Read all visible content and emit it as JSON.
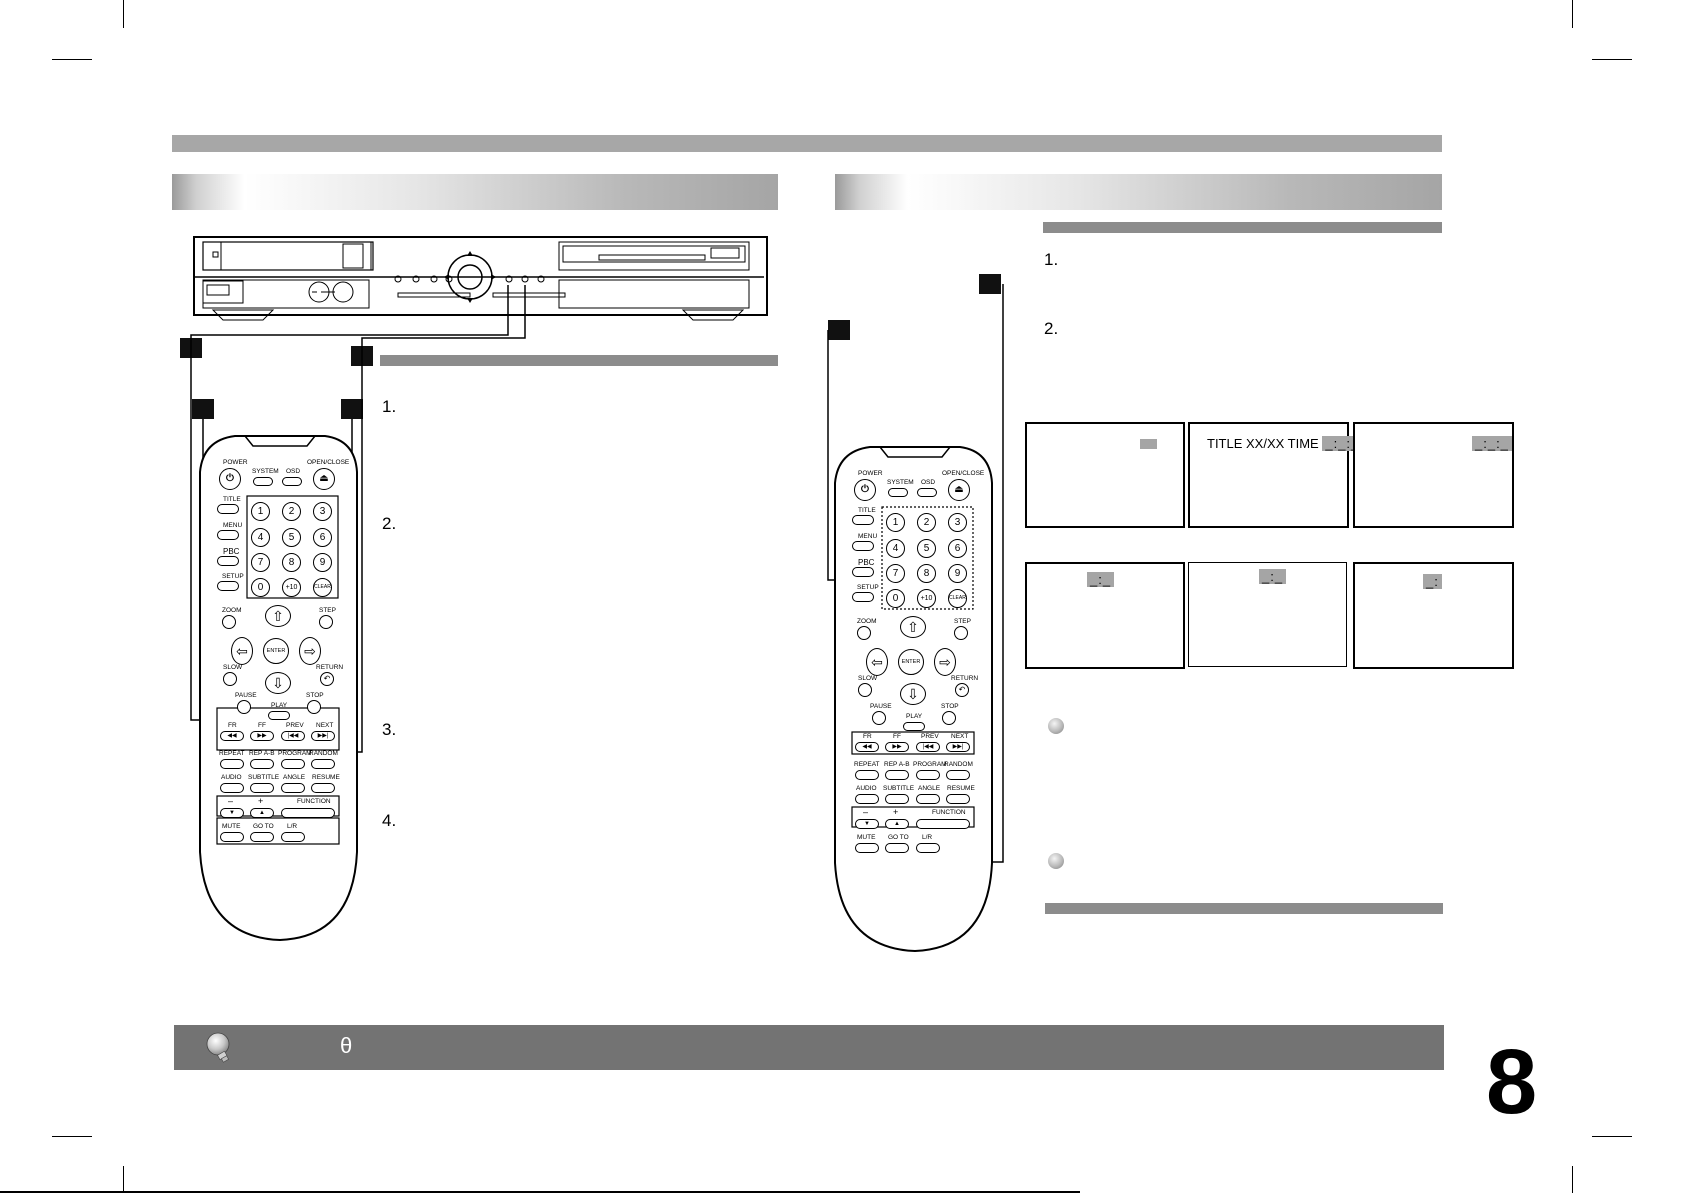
{
  "steps_left": [
    "1.",
    "2.",
    "3.",
    "4."
  ],
  "steps_right": [
    "1.",
    "2."
  ],
  "osd": {
    "title_time_label": "TITLE XX/XX TIME",
    "time_pattern": "_:_:_",
    "time_short": "_:_",
    "time_min": "_:"
  },
  "remote": {
    "power": "POWER",
    "system": "SYSTEM",
    "osd": "OSD",
    "open_close": "OPEN/CLOSE",
    "title": "TITLE",
    "menu": "MENU",
    "pbc": "PBC",
    "setup": "SETUP",
    "digits": [
      "1",
      "2",
      "3",
      "4",
      "5",
      "6",
      "7",
      "8",
      "9",
      "0",
      "+10",
      "CLEAR"
    ],
    "zoom": "ZOOM",
    "step": "STEP",
    "enter": "ENTER",
    "slow": "SLOW",
    "return": "RETURN",
    "pause": "PAUSE",
    "play": "PLAY",
    "stop": "STOP",
    "fr": "FR",
    "ff": "FF",
    "prev": "PREV",
    "next": "NEXT",
    "repeat": "REPEAT",
    "rep_ab": "REP A-B",
    "program": "PROGRAM",
    "random": "RANDOM",
    "audio": "AUDIO",
    "subtitle": "SUBTITLE",
    "angle": "ANGLE",
    "resume": "RESUME",
    "minus": "–",
    "plus": "+",
    "function": "FUNCTION",
    "mute": "MUTE",
    "go_to": "GO TO",
    "lr": "L/R"
  },
  "footer": {
    "theta": "θ"
  },
  "page_number": "8"
}
